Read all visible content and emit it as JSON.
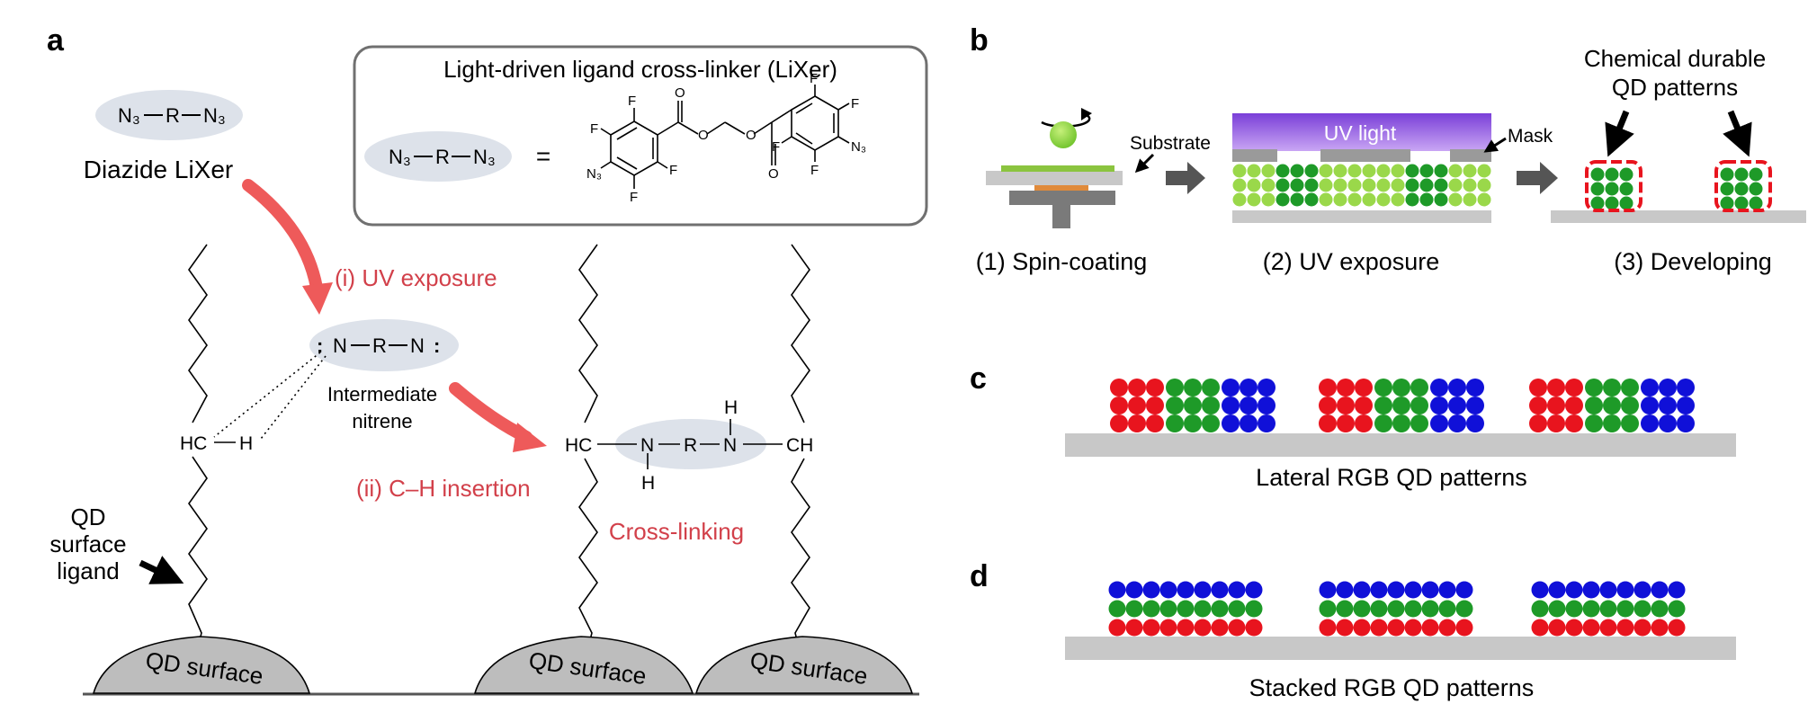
{
  "panels": {
    "a": "a",
    "b": "b",
    "c": "c",
    "d": "d"
  },
  "panel_a": {
    "box_title": "Light-driven ligand cross-linker (LiXer)",
    "equals": "=",
    "diazide_label": "Diazide LiXer",
    "step1": "(i) UV exposure",
    "step2": "(ii) C–H insertion",
    "intermediate_line1": "Intermediate",
    "intermediate_line2": "nitrene",
    "crosslinking": "Cross-linking",
    "ligand_line1": "QD",
    "ligand_line2": "surface",
    "ligand_line3": "ligand",
    "qd_surface": "QD surface",
    "atoms": {
      "N": "N",
      "R": "R",
      "H": "H",
      "F": "F",
      "O": "O",
      "N3": "N₃",
      "HC": "HC",
      "CH": "CH",
      "colon": ":"
    }
  },
  "panel_b": {
    "uv_light": "UV light",
    "substrate": "Substrate",
    "mask": "Mask",
    "durable_line1": "Chemical durable",
    "durable_line2": "QD patterns",
    "step1": "(1) Spin-coating",
    "step2": "(2) UV exposure",
    "step3": "(3) Developing"
  },
  "panel_c": {
    "caption": "Lateral RGB QD patterns"
  },
  "panel_d": {
    "caption": "Stacked RGB QD patterns"
  },
  "colors": {
    "red_label": "#d2404a",
    "arrow_red": "#ee5a5a",
    "bubble": "#dde2ea",
    "substrate": "#c8c8c8",
    "qd_surface": "#bdbdbd",
    "qd_red": "#e8141e",
    "qd_green": "#1e9a28",
    "qd_blue": "#1010d8",
    "qd_light_green": "#9ad84a",
    "uv_purple": "#8a4ee0"
  }
}
